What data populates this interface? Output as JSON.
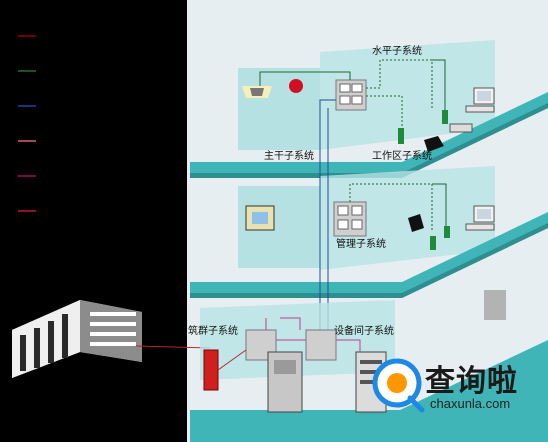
{
  "labels": {
    "horizontal": "水平子系统",
    "backbone": "主干子系统",
    "work_area": "工作区子系统",
    "management": "管理子系统",
    "building_entrance": "筑群子系统",
    "equipment_room": "设备间子系统"
  },
  "watermark": {
    "brand": "查询啦",
    "url": "chaxunla.com"
  },
  "legend_colors": [
    "#b00000",
    "#1e8a3a",
    "#2a4fc8",
    "#ff7a7a",
    "#c01070",
    "#e0203a"
  ],
  "colors": {
    "panel": "#e6eef2",
    "floor": "#40b5b7",
    "wall": "#a9dde0",
    "wire_green": "#1e6b2a",
    "wire_blue": "#1f4f8f",
    "wire_red": "#c0203a",
    "wire_purple": "#c23f8a"
  }
}
